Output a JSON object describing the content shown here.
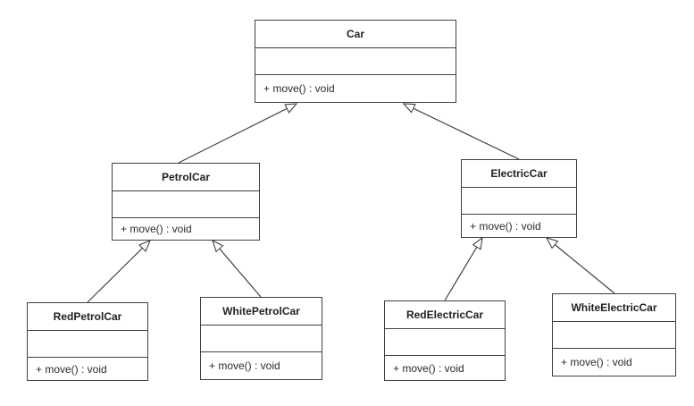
{
  "diagram": {
    "type": "uml-class-diagram",
    "colors": {
      "stroke": "#404040",
      "fill": "#ffffff",
      "text": "#1f1f1f"
    },
    "classes": [
      {
        "name": "Car",
        "attributes": "",
        "methods": [
          "+ move() : void"
        ]
      },
      {
        "name": "PetrolCar",
        "attributes": "",
        "methods": [
          "+ move() : void"
        ]
      },
      {
        "name": "ElectricCar",
        "attributes": "",
        "methods": [
          "+ move() : void"
        ]
      },
      {
        "name": "RedPetrolCar",
        "attributes": "",
        "methods": [
          "+ move() : void"
        ]
      },
      {
        "name": "WhitePetrolCar",
        "attributes": "",
        "methods": [
          "+ move() : void"
        ]
      },
      {
        "name": "RedElectricCar",
        "attributes": "",
        "methods": [
          "+ move() : void"
        ]
      },
      {
        "name": "WhiteElectricCar",
        "attributes": "",
        "methods": [
          "+ move() : void"
        ]
      }
    ],
    "relationships": [
      {
        "from": "PetrolCar",
        "to": "Car",
        "type": "generalization"
      },
      {
        "from": "ElectricCar",
        "to": "Car",
        "type": "generalization"
      },
      {
        "from": "RedPetrolCar",
        "to": "PetrolCar",
        "type": "generalization"
      },
      {
        "from": "WhitePetrolCar",
        "to": "PetrolCar",
        "type": "generalization"
      },
      {
        "from": "RedElectricCar",
        "to": "ElectricCar",
        "type": "generalization"
      },
      {
        "from": "WhiteElectricCar",
        "to": "ElectricCar",
        "type": "generalization"
      }
    ]
  }
}
